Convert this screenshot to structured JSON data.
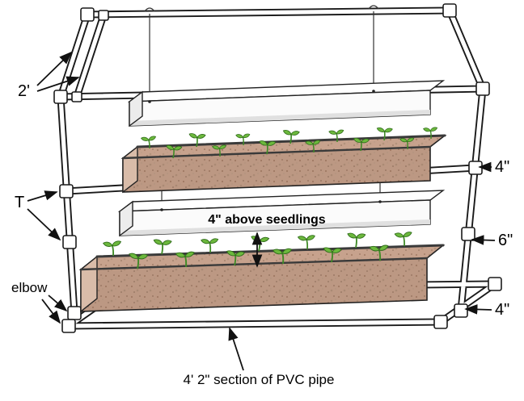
{
  "diagram": {
    "labels": {
      "height_2ft": "2'",
      "tee": "T",
      "elbow": "elbow",
      "gap_top": "4\"",
      "gap_mid": "6\"",
      "gap_bottom": "4\"",
      "clearance": "4\" above seedlings",
      "base_pipe": "4' 2\" section of PVC pipe"
    },
    "colors": {
      "pipe": "#ffffff",
      "outline": "#1a1a1a",
      "soil": "#c7a28d",
      "leaf": "#6cb83d",
      "fixture": "#fbfbfb",
      "annotation": "#000000"
    }
  }
}
